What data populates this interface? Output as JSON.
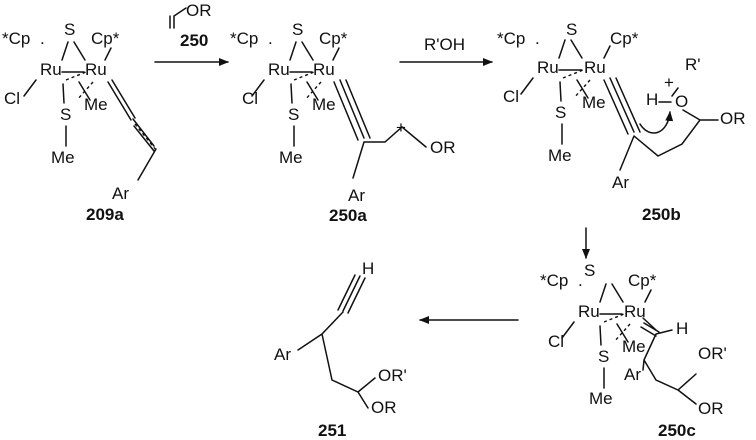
{
  "structures": {
    "s209a": {
      "compound_id": "209a",
      "ru1": "Ru",
      "ru2": "Ru",
      "cp_left": "*Cp",
      "cp_right": "Cp*",
      "cl": "Cl",
      "s_top": "S",
      "s_bottom": "S",
      "me_sulfur": "Me",
      "me_ru": "Me",
      "ar": "Ar"
    },
    "s250a": {
      "compound_id": "250a",
      "ru1": "Ru",
      "ru2": "Ru",
      "cp_left": "*Cp",
      "cp_right": "Cp*",
      "cl": "Cl",
      "s_top": "S",
      "s_bottom": "S",
      "me_sulfur": "Me",
      "me_ru": "Me",
      "ar": "Ar",
      "plus": "+",
      "or": "OR"
    },
    "s250b": {
      "compound_id": "250b",
      "ru1": "Ru",
      "ru2": "Ru",
      "cp_left": "*Cp",
      "cp_right": "Cp*",
      "cl": "Cl",
      "s_top": "S",
      "s_bottom": "S",
      "me_sulfur": "Me",
      "me_ru": "Me",
      "ar": "Ar",
      "h": "H",
      "o": "O",
      "plus": "+",
      "r_prime": "R'",
      "or": "OR"
    },
    "s250c": {
      "compound_id": "250c",
      "ru1": "Ru",
      "ru2": "Ru",
      "cp_left": "*Cp",
      "cp_right": "Cp*",
      "cl": "Cl",
      "s_top": "S",
      "s_bottom": "S",
      "me_sulfur": "Me",
      "me_ru": "Me",
      "ar": "Ar",
      "h": "H",
      "or_prime": "OR'",
      "or": "OR"
    },
    "s251": {
      "compound_id": "251",
      "h": "H",
      "ar": "Ar",
      "or_prime": "OR'",
      "or": "OR"
    }
  },
  "reagents": {
    "vinyl_ether": {
      "label": "OR",
      "id": "250"
    },
    "alcohol": "R'OH"
  }
}
